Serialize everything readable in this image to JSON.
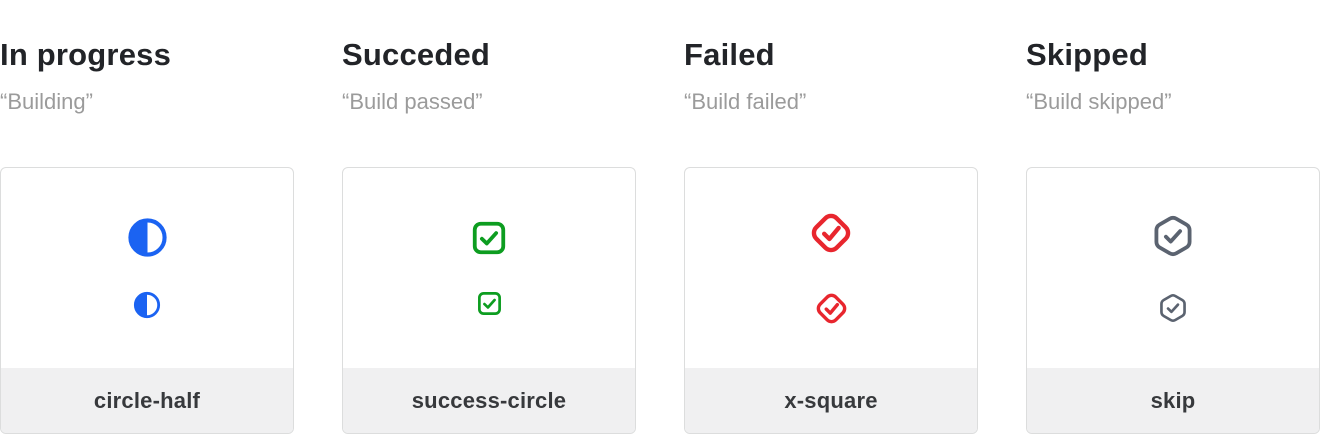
{
  "page": {
    "background_color": "#ffffff",
    "description_colors": {
      "heading_text": "#222428",
      "subtitle_text": "#9b9b9b",
      "card_border": "#dcdddd",
      "footer_background": "#f0f0f1",
      "footer_text": "#37393c"
    }
  },
  "columns": [
    {
      "title": "In progress",
      "status_quote": "“Building”",
      "icon_label": "circle-half",
      "icon": "circle-half-icon",
      "color": "#1b63f2"
    },
    {
      "title": "Succeded",
      "status_quote": "“Build passed”",
      "icon_label": "success-circle",
      "icon": "check-square-icon",
      "color": "#0d9d20"
    },
    {
      "title": "Failed",
      "status_quote": "“Build failed”",
      "icon_label": "x-square",
      "icon": "check-diamond-icon",
      "color": "#e8262e"
    },
    {
      "title": "Skipped",
      "status_quote": "“Build skipped”",
      "icon_label": "skip",
      "icon": "check-hexagon-icon",
      "color": "#5b6370"
    }
  ]
}
